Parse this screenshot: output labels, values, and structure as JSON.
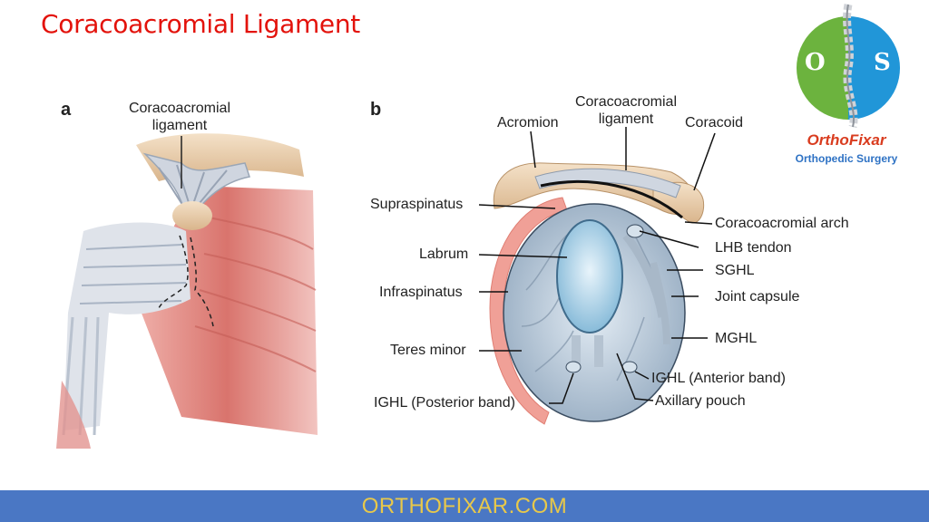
{
  "title": "Coracoacromial Ligament",
  "panels": {
    "a": {
      "letter": "a",
      "label_line1": "Coracoacromial",
      "label_line2": "ligament"
    },
    "b": {
      "letter": "b",
      "labels": {
        "acromion": "Acromion",
        "cal_line1": "Coracoacromial",
        "cal_line2": "ligament",
        "coracoid": "Coracoid",
        "supraspinatus": "Supraspinatus",
        "arch": "Coracoacromial arch",
        "labrum": "Labrum",
        "lhb": "LHB tendon",
        "sghl": "SGHL",
        "infraspinatus": "Infraspinatus",
        "capsule": "Joint capsule",
        "teres": "Teres minor",
        "mghl": "MGHL",
        "ighl_ant": "IGHL (Anterior band)",
        "ighl_post": "IGHL (Posterior band)",
        "pouch": "Axillary pouch"
      }
    }
  },
  "logo": {
    "initials_left": "O",
    "initials_right": "S",
    "name": "OrthoFixar",
    "tagline": "Orthopedic Surgery",
    "colors": {
      "left": "#6cb33e",
      "right": "#2196d8",
      "name": "#d93c1f",
      "tagline": "#2e72c4"
    }
  },
  "footer": {
    "text": "ORTHOFIXAR.COM"
  },
  "colors": {
    "title": "#e3120b",
    "footer_bg": "#4a77c4",
    "footer_text": "#e8c84a"
  }
}
